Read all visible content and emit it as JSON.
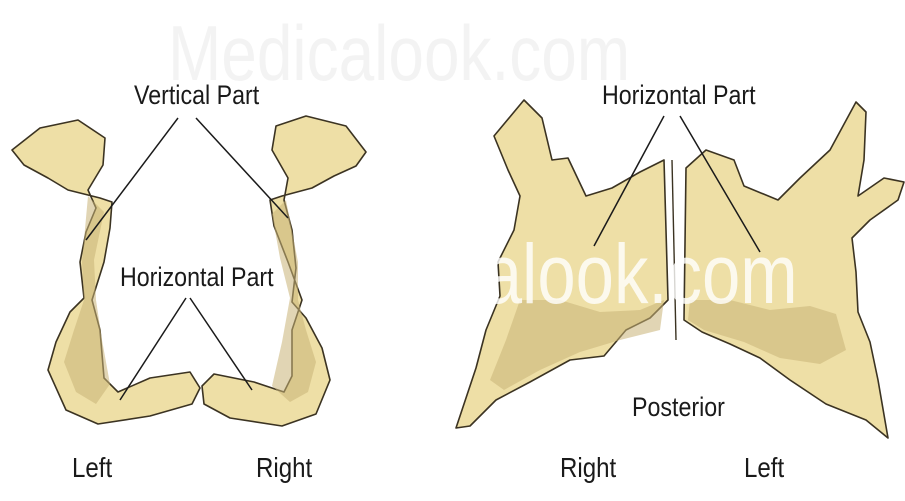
{
  "watermark": "Medicalook.com",
  "colors": {
    "bone_fill": "#eedfa6",
    "bone_shade": "#c9b276",
    "bone_outline": "#3b3322",
    "leader_line": "#1a1a1a",
    "background": "#ffffff"
  },
  "left_view": {
    "label_vertical": "Vertical Part",
    "label_horizontal": "Horizontal Part",
    "side_left": "Left",
    "side_right": "Right"
  },
  "right_view": {
    "label_horizontal": "Horizontal Part",
    "label_posterior": "Posterior",
    "side_right": "Right",
    "side_left": "Left"
  }
}
